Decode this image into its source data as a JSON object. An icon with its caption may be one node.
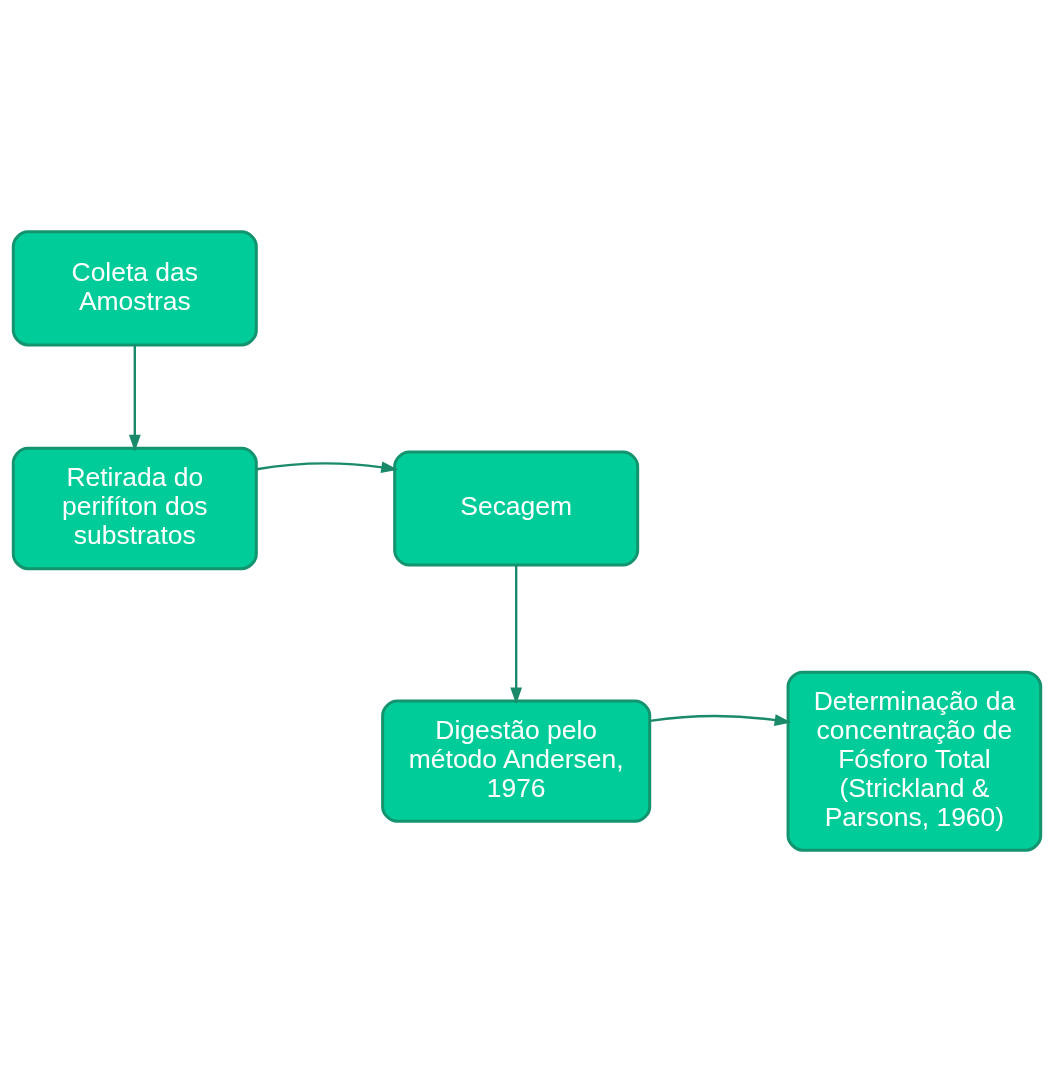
{
  "diagram": {
    "nodes": [
      {
        "text": [
          "Coleta das Amostras"
        ]
      },
      {
        "text": [
          "Retirada do perifíton dos substratos"
        ]
      },
      {
        "text": [
          "Secagem"
        ]
      },
      {
        "text": [
          "Digestão pelo método Andersen, 1976"
        ]
      },
      {
        "text": [
          "Determinação da concentração de Fósforo Total (Strickland & Parsons, 1960)"
        ]
      }
    ],
    "edges": [
      {
        "from": 0,
        "to": 1,
        "arrow": "to"
      },
      {
        "from": 1,
        "to": 2,
        "arrow": "to"
      },
      {
        "from": 2,
        "to": 3,
        "arrow": "to"
      },
      {
        "from": 3,
        "to": 4,
        "arrow": "to"
      }
    ]
  }
}
